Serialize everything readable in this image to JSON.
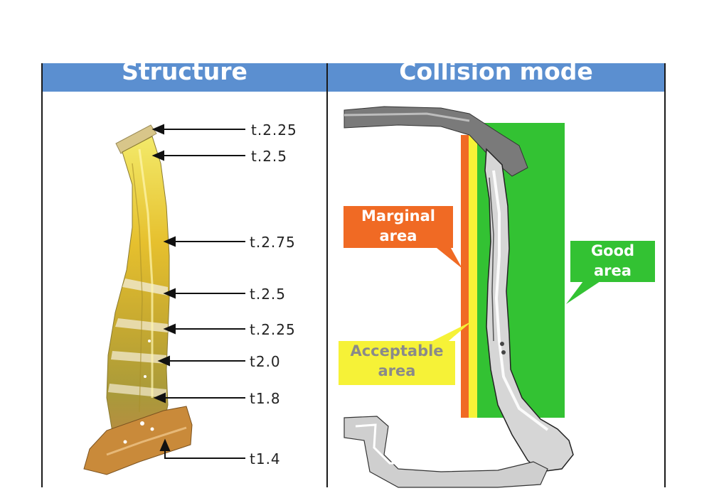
{
  "headers": {
    "left": "Structure",
    "right": "Collision mode"
  },
  "thickness_labels": [
    "t.2.25",
    "t.2.5",
    "t.2.75",
    "t.2.5",
    "t.2.25",
    "t2.0",
    "t1.8",
    "t1.4"
  ],
  "callouts": {
    "marginal": {
      "line1": "Marginal",
      "line2": "area"
    },
    "good": {
      "line1": "Good",
      "line2": "area"
    },
    "acceptable": {
      "line1": "Acceptable",
      "line2": "area"
    }
  },
  "colors": {
    "header": "#5b8fd0",
    "marginal": "#f06a24",
    "acceptable": "#f6f237",
    "good": "#33c233",
    "pillar_yellow": "#e8c430",
    "pillar_base": "#c98a3a"
  }
}
